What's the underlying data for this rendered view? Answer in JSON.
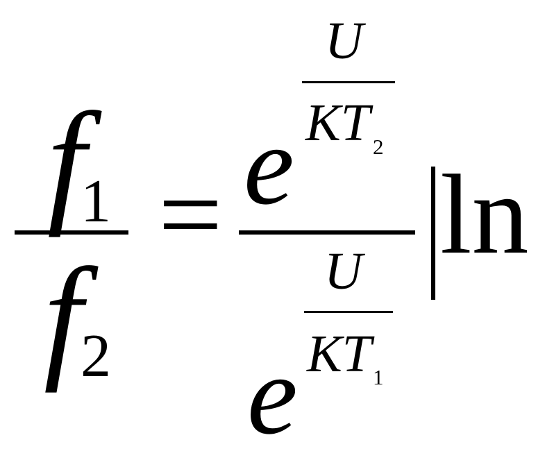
{
  "equation": {
    "lhs": {
      "numerator": {
        "symbol": "f",
        "subscript": "1"
      },
      "denominator": {
        "symbol": "f",
        "subscript": "2"
      }
    },
    "equals": "=",
    "rhs": {
      "numerator": {
        "base": "e",
        "exponent": {
          "numerator": "U",
          "denominator_symbol": "KT",
          "denominator_subscript": "2"
        }
      },
      "denominator": {
        "base": "e",
        "exponent": {
          "numerator": "U",
          "denominator_symbol": "KT",
          "denominator_subscript": "1"
        }
      }
    },
    "operator": "ln"
  }
}
